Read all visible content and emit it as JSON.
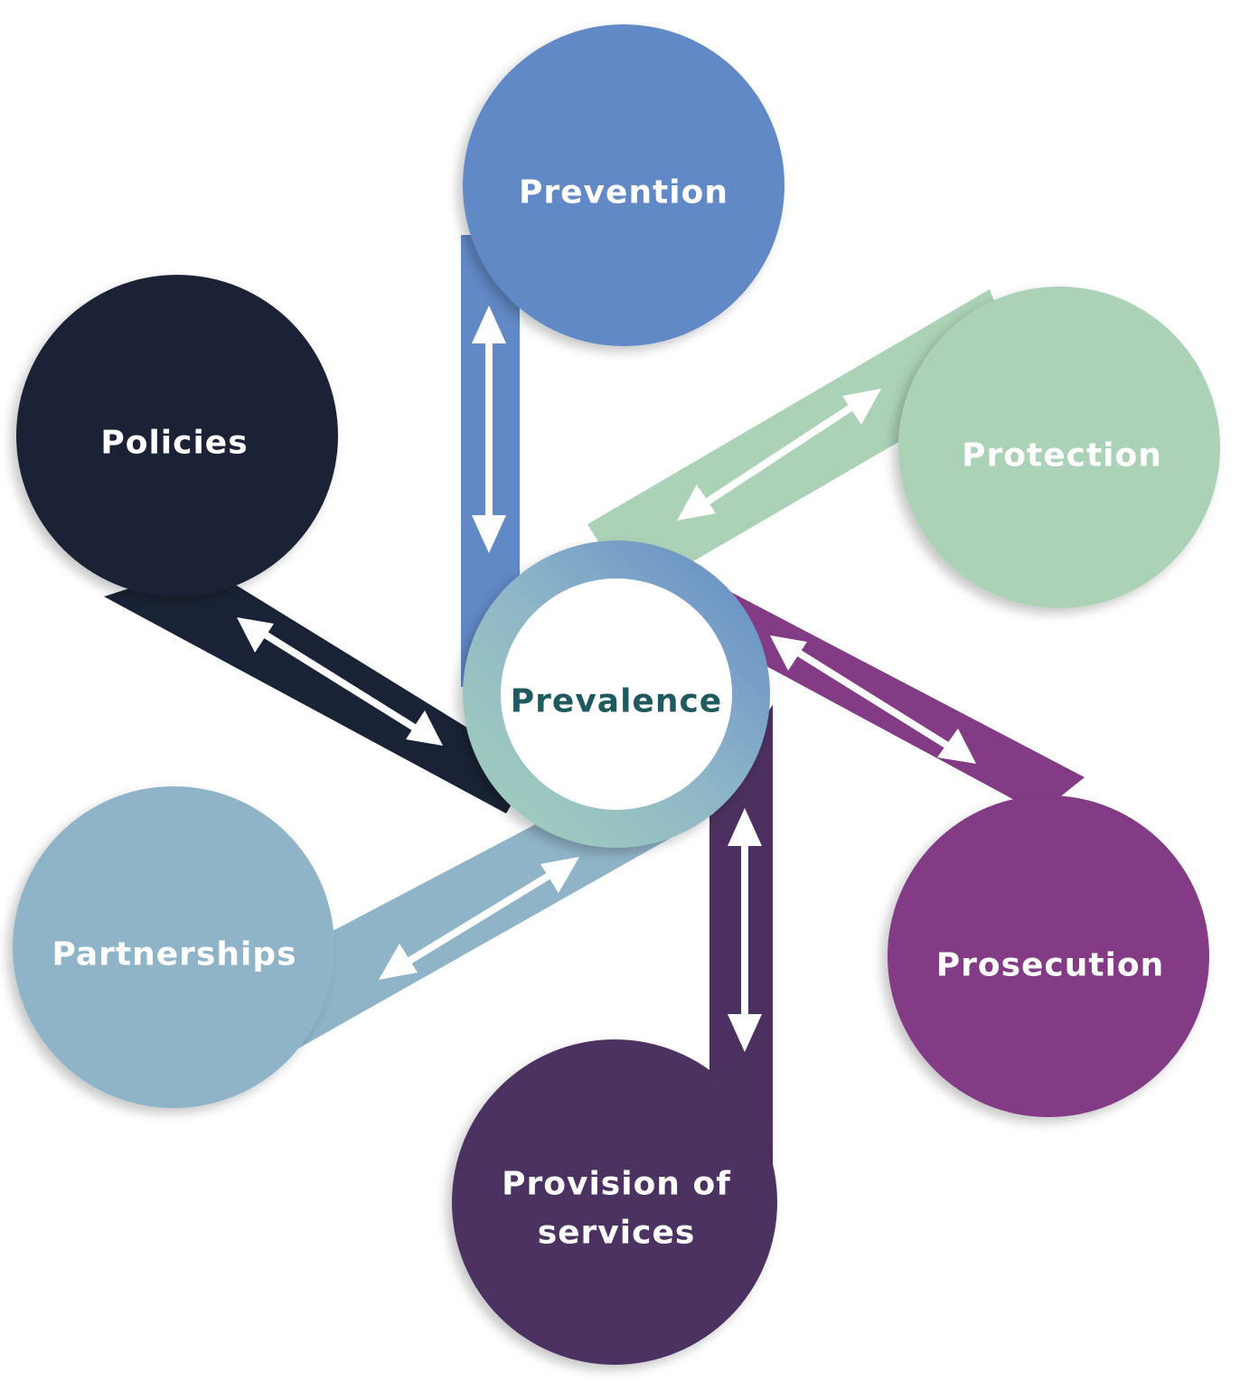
{
  "center": {
    "label": "Prevalence",
    "color": "#1f5a5e"
  },
  "nodes": [
    {
      "id": "prevention",
      "label_lines": [
        "Prevention"
      ],
      "color": "#6189c6"
    },
    {
      "id": "protection",
      "label_lines": [
        "Protection"
      ],
      "color": "#abd1b7"
    },
    {
      "id": "prosecution",
      "label_lines": [
        "Prosecution"
      ],
      "color": "#833b86"
    },
    {
      "id": "provision-of-services",
      "label_lines": [
        "Provision of",
        "services"
      ],
      "color": "#4b3060"
    },
    {
      "id": "partnerships",
      "label_lines": [
        "Partnerships"
      ],
      "color": "#90b4c7"
    },
    {
      "id": "policies",
      "label_lines": [
        "Policies"
      ],
      "color": "#1a2336"
    }
  ],
  "connector": {
    "icon": "double-arrow-icon",
    "color": "#ffffff"
  }
}
